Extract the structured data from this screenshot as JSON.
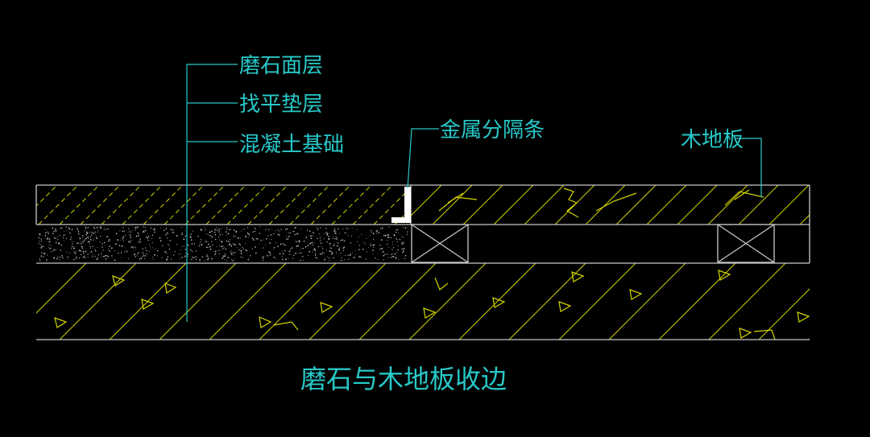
{
  "drawing": {
    "title": "磨石与木地板收边",
    "labels": {
      "terrazzo_surface": "磨石面层",
      "leveling_layer": "找平垫层",
      "concrete_base": "混凝土基础",
      "metal_divider": "金属分隔条",
      "wood_floor": "木地板"
    },
    "colors": {
      "background": "#000000",
      "outline": "#c8c8c8",
      "hatch": "#d4d400",
      "annotation": "#28c8c8",
      "divider": "#ffffff"
    }
  }
}
